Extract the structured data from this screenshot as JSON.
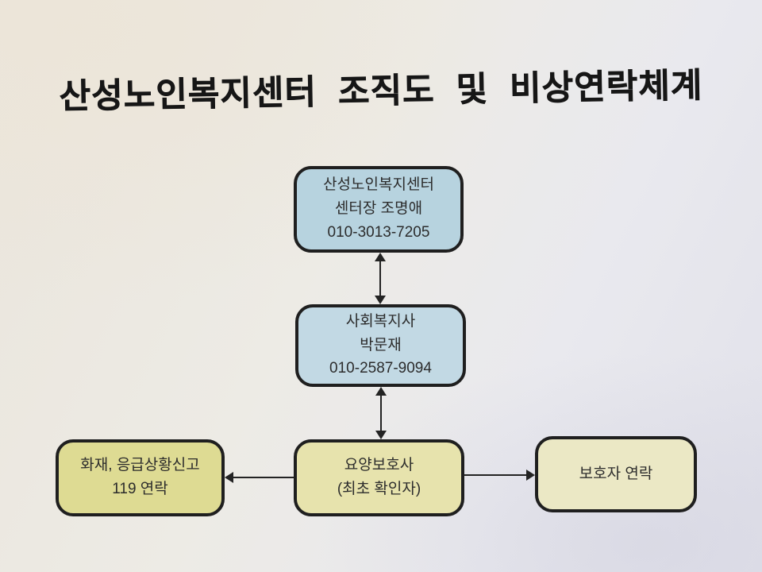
{
  "page": {
    "title": "산성노인복지센터 조직도 및 비상연락체계"
  },
  "nodes": {
    "director": {
      "org": "산성노인복지센터",
      "person": "센터장 조명애",
      "phone": "010-3013-7205"
    },
    "social_worker": {
      "role": "사회복지사",
      "person": "박문재",
      "phone": "010-2587-9094"
    },
    "caregiver": {
      "role": "요양보호사",
      "note": "(최초 확인자)"
    },
    "fire_emergency": {
      "line1": "화재, 응급상황신고",
      "line2": "119 연락"
    },
    "guardian": {
      "label": "보호자 연락"
    }
  },
  "colors": {
    "director_box": "#b7d3df",
    "social_worker_box": "#c2d9e4",
    "caregiver_box": "#e7e3ad",
    "fire_box": "#dedb93",
    "guardian_box": "#ebe8c5",
    "border": "#1f1f1f",
    "arrow": "#232323"
  }
}
